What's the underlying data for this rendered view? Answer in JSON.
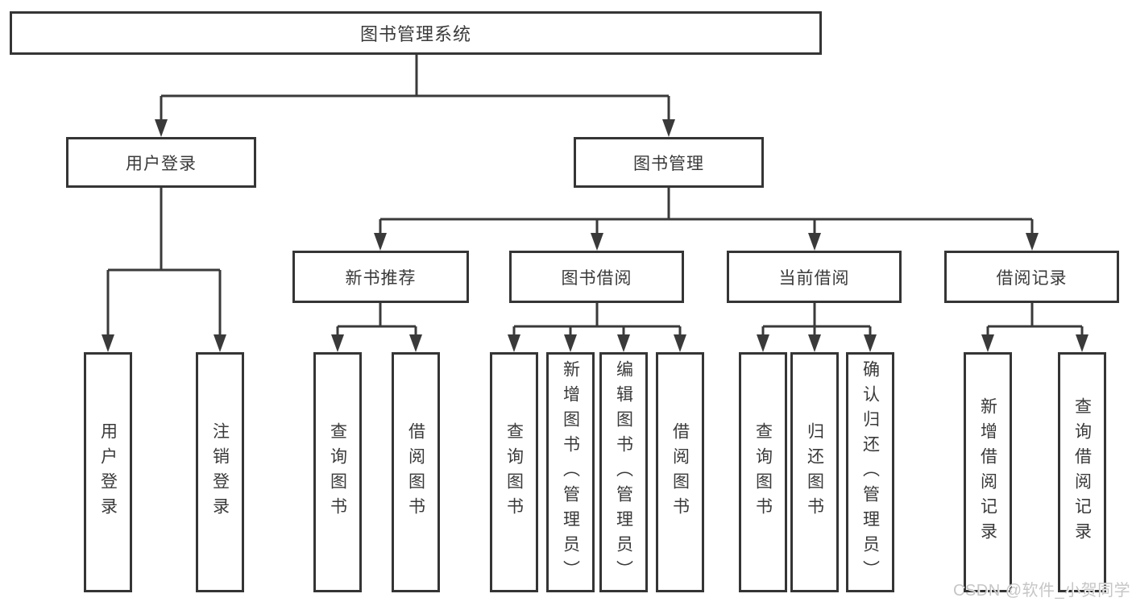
{
  "diagram": {
    "root": {
      "label": "图书管理系统"
    },
    "user_login": {
      "label": "用户登录",
      "children": [
        {
          "label": "用户登录"
        },
        {
          "label": "注销登录"
        }
      ]
    },
    "book_management": {
      "label": "图书管理",
      "modules": [
        {
          "label": "新书推荐",
          "children": [
            {
              "label": "查询图书"
            },
            {
              "label": "借阅图书"
            }
          ]
        },
        {
          "label": "图书借阅",
          "children": [
            {
              "label": "查询图书"
            },
            {
              "label": "新增图书（管理员）"
            },
            {
              "label": "编辑图书（管理员）"
            },
            {
              "label": "借阅图书"
            }
          ]
        },
        {
          "label": "当前借阅",
          "children": [
            {
              "label": "查询图书"
            },
            {
              "label": "归还图书"
            },
            {
              "label": "确认归还（管理员）"
            }
          ]
        },
        {
          "label": "借阅记录",
          "children": [
            {
              "label": "新增借阅记录"
            },
            {
              "label": "查询借阅记录"
            }
          ]
        }
      ]
    }
  },
  "watermark": {
    "text": "CSDN @软件_小贺同学"
  },
  "colors": {
    "line": "#3a3a3a",
    "text": "#3a3a3a",
    "watermark": "#c6c6c6",
    "background": "#ffffff"
  }
}
